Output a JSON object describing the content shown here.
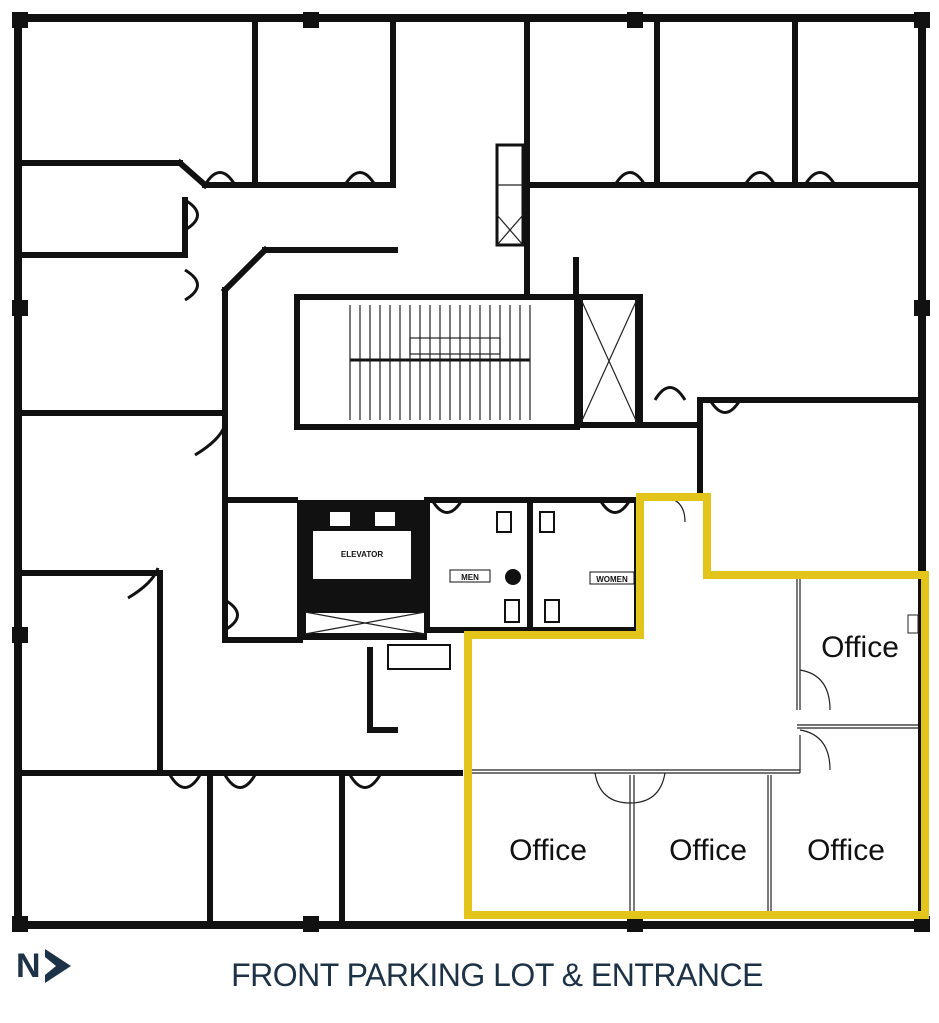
{
  "plan": {
    "offices": [
      {
        "label": "Office"
      },
      {
        "label": "Office"
      },
      {
        "label": "Office"
      },
      {
        "label": "Office"
      }
    ],
    "small_labels": {
      "elevator": "ELEVATOR",
      "men": "MEN",
      "women": "WOMEN"
    },
    "highlight_color": "#e2c41b"
  },
  "legend": {
    "north_letter": "N",
    "north_icon": "north-arrow-icon"
  },
  "caption": "FRONT PARKING LOT & ENTRANCE"
}
